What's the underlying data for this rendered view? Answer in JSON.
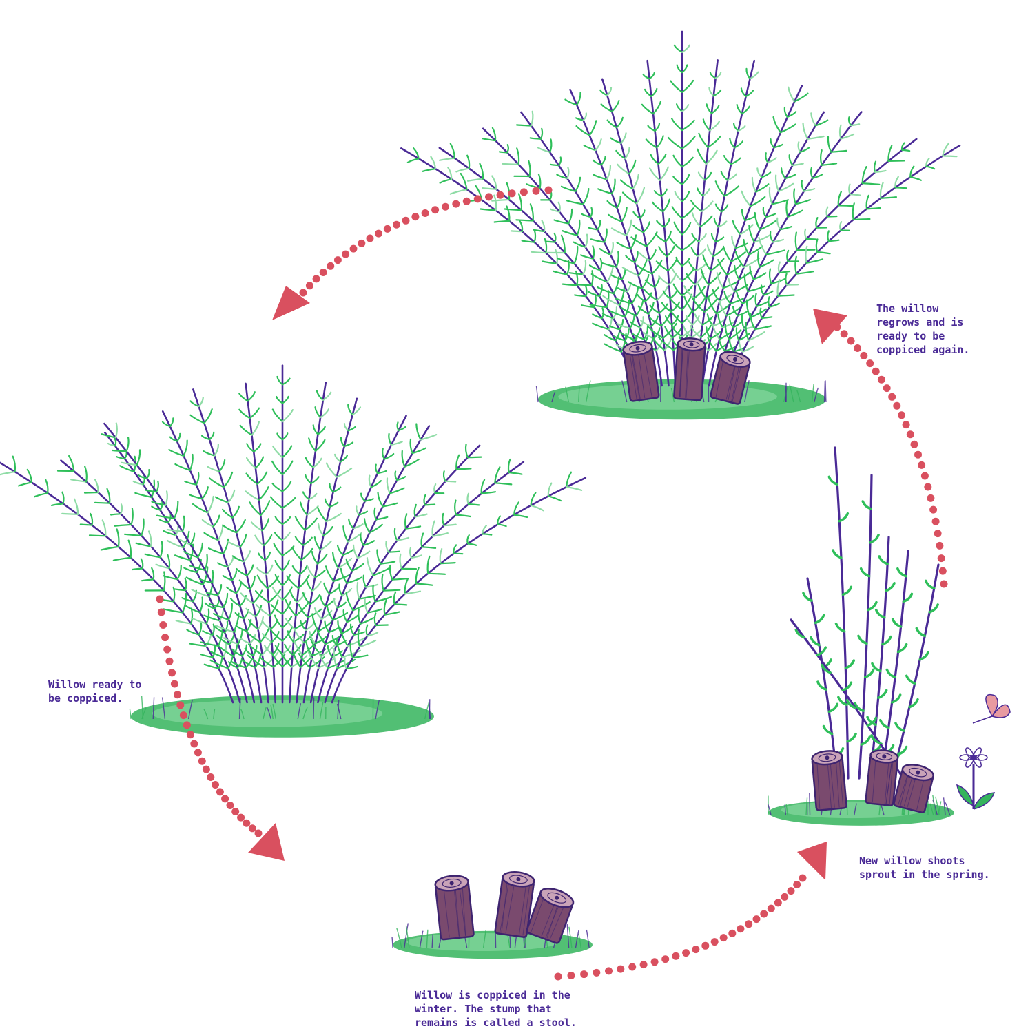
{
  "colors": {
    "leaf": "#2fbf5a",
    "leaf_light": "#8fdca6",
    "stem": "#4a2a96",
    "stem_light": "#9a86cc",
    "stump": "#7a4a6e",
    "stump_dark": "#3e2470",
    "grass": "#34b45c",
    "arrow": "#d9505f",
    "text": "#4a2a96",
    "butterfly": "#e89aa0"
  },
  "captions": {
    "ready": "Willow ready to\nbe coppiced.",
    "regrows": "The willow\nregrows and is\nready to be\ncoppiced again.",
    "shoots": "New willow shoots\nsprout in the spring.",
    "coppiced": "Willow is coppiced in the\nwinter. The stump that\nremains is called a stool."
  },
  "stages": [
    {
      "name": "mature-willow-top",
      "icon": "willow-bush-icon"
    },
    {
      "name": "mature-willow-left",
      "icon": "willow-bush-icon"
    },
    {
      "name": "coppiced-stool",
      "icon": "stump-icon"
    },
    {
      "name": "new-shoots",
      "icon": "sprouting-shoots-icon"
    }
  ]
}
